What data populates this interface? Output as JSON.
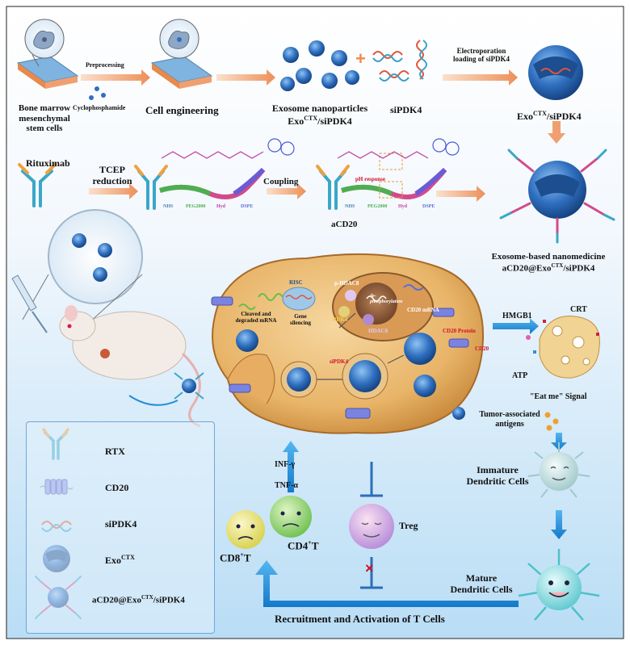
{
  "top_row": {
    "cell_source": "Bone marrow mesenchymal stem cells",
    "cell_source_lines": [
      "Bone marrow",
      "mesenchymal",
      "stem cells"
    ],
    "preprocessing": "Preprocessing",
    "drug": "Cyclophosphamide",
    "engineering": "Cell engineering",
    "exosome_line1": "Exosome nanoparticles",
    "exosome_line2": "Exo",
    "exosome_sup": "CTX",
    "exosome_suffix": "/siPDK4",
    "sirna": "siPDK4",
    "plus": "+",
    "electroporation_line1": "Electroporation",
    "electroporation_line2": "loading of siPDK4",
    "product": "Exo",
    "product_sup": "CTX",
    "product_suffix": "/siPDK4"
  },
  "second_row": {
    "antibody": "Rituximab",
    "tcep_line1": "TCEP",
    "tcep_line2": "reduction",
    "coupling": "Coupling",
    "conjugate": "aCD20",
    "ph": "pH response",
    "segment_labels": [
      "NHS",
      "PEG2000",
      "Hyd",
      "DSPE"
    ]
  },
  "nanomedicine": {
    "title_line1": "Exosome-based nanomedicine",
    "title_line2": "aCD20@Exo",
    "title_sup": "CTX",
    "title_suffix": "/siPDK4"
  },
  "cell_interior": {
    "phdac8": "p-HDAC8",
    "dephos": "de-phosphorylation",
    "pdk4": "PDK4",
    "hdac8": "HDAC8",
    "cd20_mrna": "CD20 mRNA",
    "cd20_protein": "CD20 Protein",
    "risc": "RISC",
    "gene_silencing_line1": "Gene",
    "gene_silencing_line2": "silencing",
    "cleaved_line1": "Cleaved and",
    "cleaved_line2": "degraded mRNA",
    "sipdk4": "siPDK4",
    "cd20": "CD20"
  },
  "immunogenic_death": {
    "hmgb1": "HMGB1",
    "crt": "CRT",
    "atp": "ATP",
    "eat_me": "\"Eat me\" Signal",
    "taa_line1": "Tumor-associated",
    "taa_line2": "antigens"
  },
  "immune": {
    "immature_line1": "Immature",
    "immature_line2": "Dendritic Cells",
    "mature_line1": "Mature",
    "mature_line2": "Dendritic Cells",
    "treg": "Treg",
    "inf": "INF-γ",
    "tnf": "TNF-α",
    "cd8": "CD8",
    "cd8_sup": "+",
    "cd8_suffix": "T",
    "cd4": "CD4",
    "cd4_sup": "+",
    "cd4_suffix": "T",
    "recruitment": "Recruitment and Activation of T Cells",
    "block_mark": "×"
  },
  "legend": {
    "rtx": "RTX",
    "cd20": "CD20",
    "sipdk4": "siPDK4",
    "exo": "Exo",
    "exo_sup": "CTX",
    "combo": "aCD20@Exo",
    "combo_sup": "CTX",
    "combo_suffix": "/siPDK4"
  },
  "colors": {
    "arrow_orange": "#f0a070",
    "arrow_blue": "#1f8fd6",
    "block_blue": "#2a6fb8",
    "cell_tan": "#e8b870",
    "exosome_blue": "#2f6fbf",
    "title_red": "#d0112b"
  }
}
